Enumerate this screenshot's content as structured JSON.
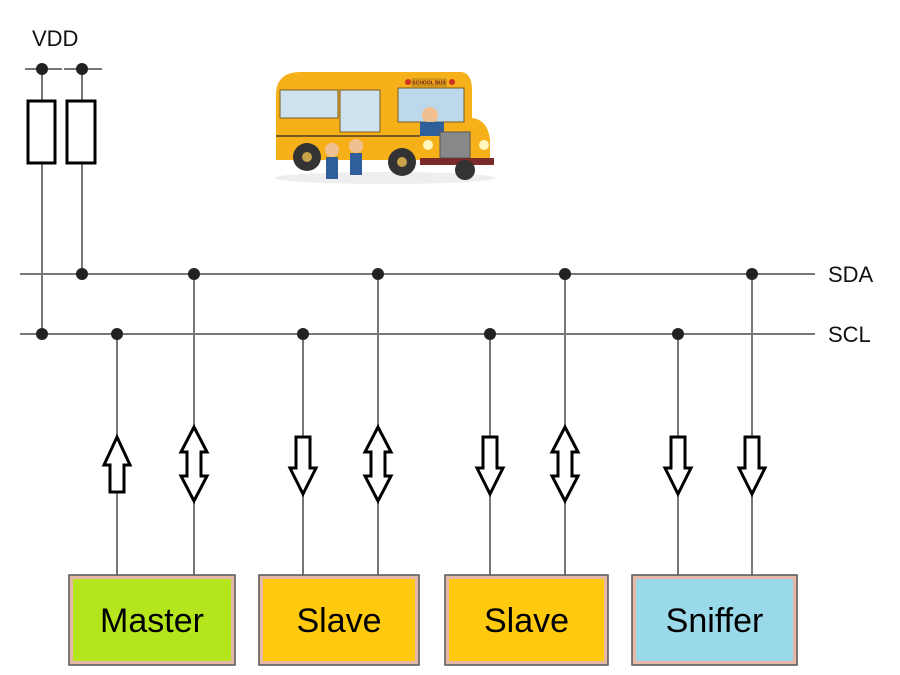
{
  "labels": {
    "vdd": "VDD",
    "sda": "SDA",
    "scl": "SCL"
  },
  "devices": [
    {
      "label": "Master",
      "color": "#b5e61d",
      "scl_arrow": "up",
      "sda_arrow": "both"
    },
    {
      "label": "Slave",
      "color": "#ffc90e",
      "scl_arrow": "down",
      "sda_arrow": "both"
    },
    {
      "label": "Slave",
      "color": "#ffc90e",
      "scl_arrow": "down",
      "sda_arrow": "both"
    },
    {
      "label": "Sniffer",
      "color": "#99d9ea",
      "scl_arrow": "down",
      "sda_arrow": "down"
    }
  ],
  "bus_illustration": {
    "sign": "SCHOOL BUS",
    "color": "#f5b01a"
  }
}
